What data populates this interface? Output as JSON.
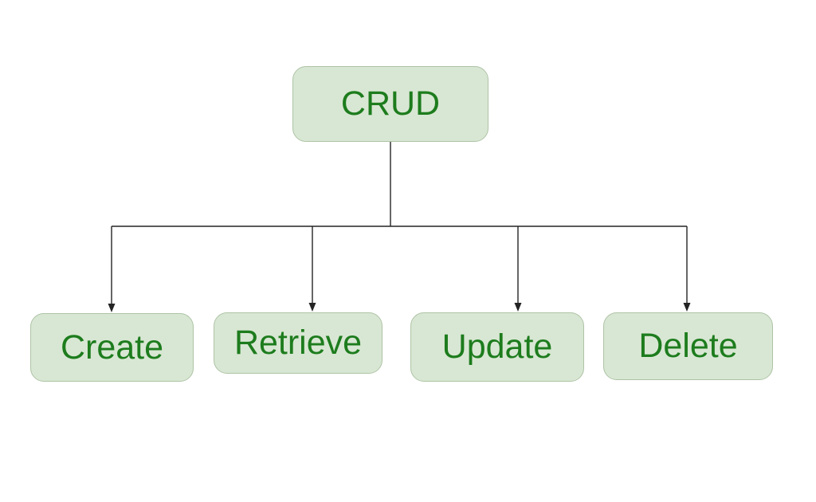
{
  "diagram": {
    "root": {
      "label": "CRUD"
    },
    "children": [
      {
        "label": "Create"
      },
      {
        "label": "Retrieve"
      },
      {
        "label": "Update"
      },
      {
        "label": "Delete"
      }
    ],
    "colors": {
      "background": "#ffffff",
      "node_fill": "#d8e7d3",
      "node_border": "#aec3a6",
      "node_text": "#1d7c1d",
      "connector": "#242424"
    }
  }
}
